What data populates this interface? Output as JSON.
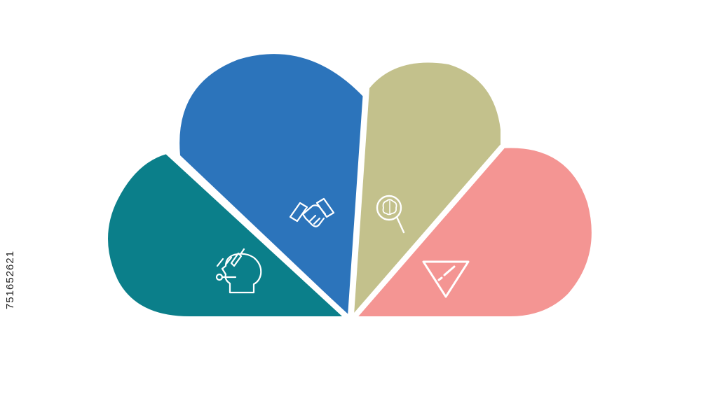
{
  "segments": [
    {
      "id": "teal",
      "color": "#0b7f8a",
      "icon": "head-with-tools-icon"
    },
    {
      "id": "blue",
      "color": "#2c74bb",
      "icon": "handshake-icon"
    },
    {
      "id": "olive",
      "color": "#c3c18c",
      "icon": "brain-magnifier-icon"
    },
    {
      "id": "pink",
      "color": "#f49593",
      "icon": "warning-triangle-icon"
    }
  ],
  "stock_id": "751652621",
  "separator_color": "#ffffff",
  "icon_color": "#ffffff"
}
